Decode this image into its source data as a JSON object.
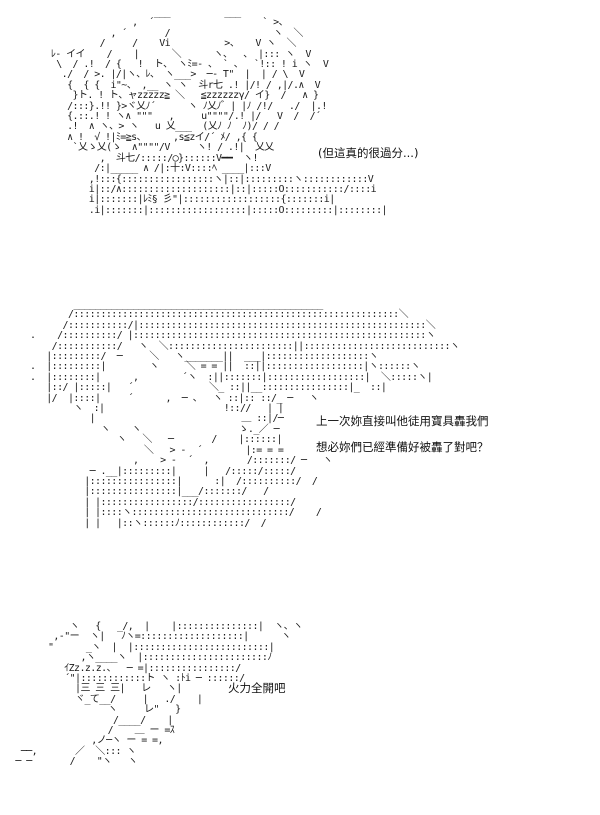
{
  "captions": {
    "line1": "(但這真的很過分...)",
    "line2": "上一次妳直接叫他徒用寶具轟我們",
    "line3": "想必妳們已經準備好被轟了對吧？",
    "line4": "火力全開吧"
  }
}
